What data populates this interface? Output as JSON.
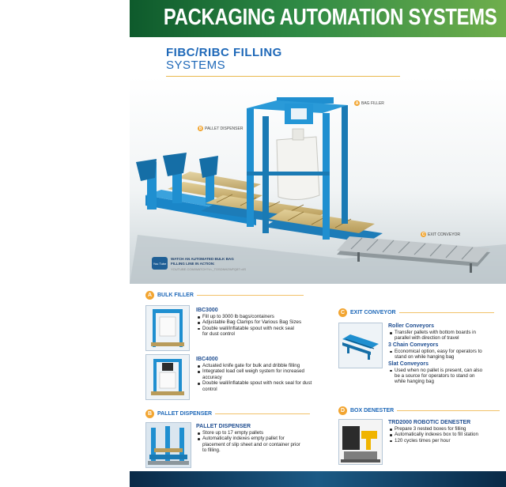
{
  "banner": {
    "title": "PACKAGING AUTOMATION SYSTEMS"
  },
  "heading": {
    "line1": "FIBC/RIBC FILLING",
    "line2": "SYSTEMS"
  },
  "callouts": {
    "bag_filler": {
      "letter": "A",
      "label": "BAG FILLER"
    },
    "pallet_dispenser": {
      "letter": "B",
      "label": "PALLET DISPENSER"
    },
    "exit_conveyor": {
      "letter": "C",
      "label": "EXIT CONVEYOR"
    }
  },
  "watch": {
    "icon_text": "You Tube",
    "line1": "WATCH AN AUTOMATED BULK BAG",
    "line2": "FILLING LINE IN ACTION:",
    "url": "YOUTUBE.COM/WATCH?V=_TOSDNHZWFQ8T=4S"
  },
  "sections": {
    "bulk_filler": {
      "letter": "A",
      "title": "BULK FILLER"
    },
    "pallet_dispenser": {
      "letter": "B",
      "title": "PALLET DISPENSER"
    },
    "exit_conveyor": {
      "letter": "C",
      "title": "EXIT CONVEYOR"
    },
    "box_denester": {
      "letter": "D",
      "title": "BOX DENESTER"
    }
  },
  "ibc3000": {
    "title": "IBC3000",
    "bullets": [
      "Fill up to 3000 lb bags/containers",
      "Adjustable Bag Clamps for Various Bag Sizes",
      "Double wall/inflatable spout with neck seal",
      "for dust control"
    ]
  },
  "ibc4000": {
    "title": "IBC4000",
    "bullets": [
      "Actuated knife gate for bulk and dribble filling",
      "Integrated load cell weigh system for increased",
      "accuracy",
      "Double wall/inflatable spout with neck seal for dust",
      "control"
    ]
  },
  "pallet": {
    "title": "PALLET DISPENSER",
    "bullets": [
      "Store up to 17 empty pallets",
      "Automatically indexes empty pallet for",
      "placement of slip sheet and or container prior",
      "to filling."
    ]
  },
  "conveyor": {
    "roller_title": "Roller Conveyors",
    "roller_bullets": [
      "Transfer pallets with bottom boards in",
      "parallel with direction of travel"
    ],
    "chain_title": "3 Chain Conveyors",
    "chain_bullets": [
      "Economical option, easy for operators to",
      "stand on while hanging bag"
    ],
    "slat_title": "Slat Conveyors",
    "slat_bullets": [
      "Used when no pallet is present, can also",
      "be a source for operators to stand on",
      "while hanging bag"
    ]
  },
  "denester": {
    "title": "TRD2000 ROBOTIC DENESTER",
    "bullets": [
      "Prepare 3 nested boxes for filling",
      "Automatically indexes box to fill station",
      "120 cycles times per hour"
    ]
  },
  "colors": {
    "banner_green": "#2f8a45",
    "heading_blue": "#1e68b8",
    "accent_orange": "#f2a531",
    "machine_blue": "#1f8fd0"
  }
}
